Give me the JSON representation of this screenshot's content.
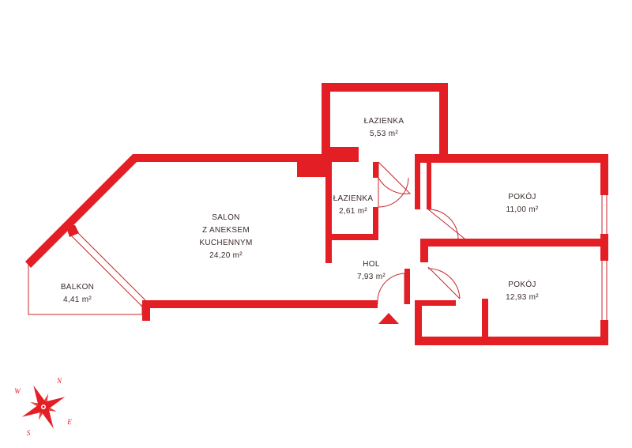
{
  "colors": {
    "wall": "#e31e24",
    "thin_line": "#c8262c",
    "label": "#3a2a2a",
    "background": "#ffffff"
  },
  "rooms": {
    "lazienka_top": {
      "name": "ŁAZIENKA",
      "area": "5,53 m²"
    },
    "lazienka_small": {
      "name": "ŁAZIENKA",
      "area": "2,61 m²"
    },
    "salon": {
      "name_line1": "SALON",
      "name_line2": "Z ANEKSEM",
      "name_line3": "KUCHENNYM",
      "area": "24,20 m²"
    },
    "balkon": {
      "name": "BALKON",
      "area": "4,41 m²"
    },
    "hol": {
      "name": "HOL",
      "area": "7,93 m²"
    },
    "pokoj_top": {
      "name": "POKÓJ",
      "area": "11,00 m²"
    },
    "pokoj_bottom": {
      "name": "POKÓJ",
      "area": "12,93 m²"
    }
  },
  "compass": {
    "n": "N",
    "e": "E",
    "s": "S",
    "w": "W",
    "icon": "compass-rose-icon"
  },
  "entrance": {
    "icon": "entrance-triangle-icon"
  }
}
